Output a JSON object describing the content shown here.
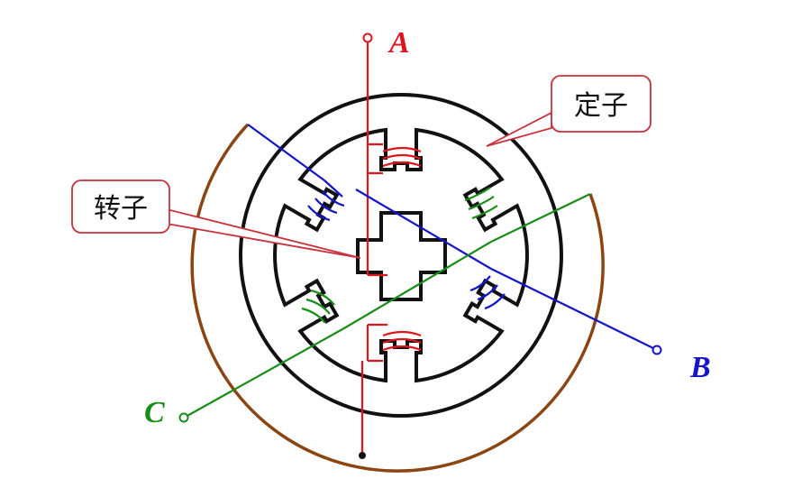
{
  "labels": {
    "stator": "定子",
    "rotor": "转子"
  },
  "phases": [
    {
      "id": "a",
      "label": "A",
      "color": "#e0141e"
    },
    {
      "id": "b",
      "label": "B",
      "color": "#1414c8"
    },
    {
      "id": "c",
      "label": "C",
      "color": "#1a8c1a"
    }
  ],
  "colors": {
    "outline": "#111111",
    "outer_arc": "#8b4513",
    "callout_border": "#c8323c",
    "callout_pointer": "#c8323c"
  }
}
